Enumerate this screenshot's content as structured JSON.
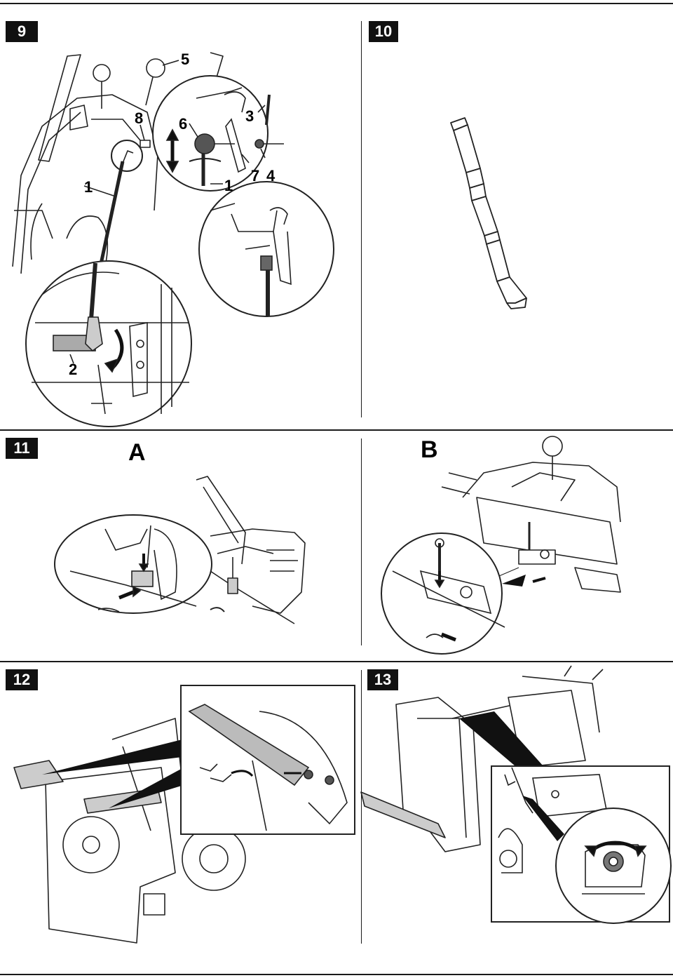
{
  "figures": [
    {
      "id": "9",
      "callouts": [
        "1",
        "1",
        "2",
        "3",
        "4",
        "5",
        "6",
        "7",
        "8"
      ]
    },
    {
      "id": "10"
    },
    {
      "id": "11",
      "panels": [
        "A",
        "B"
      ]
    },
    {
      "id": "12"
    },
    {
      "id": "13"
    }
  ]
}
